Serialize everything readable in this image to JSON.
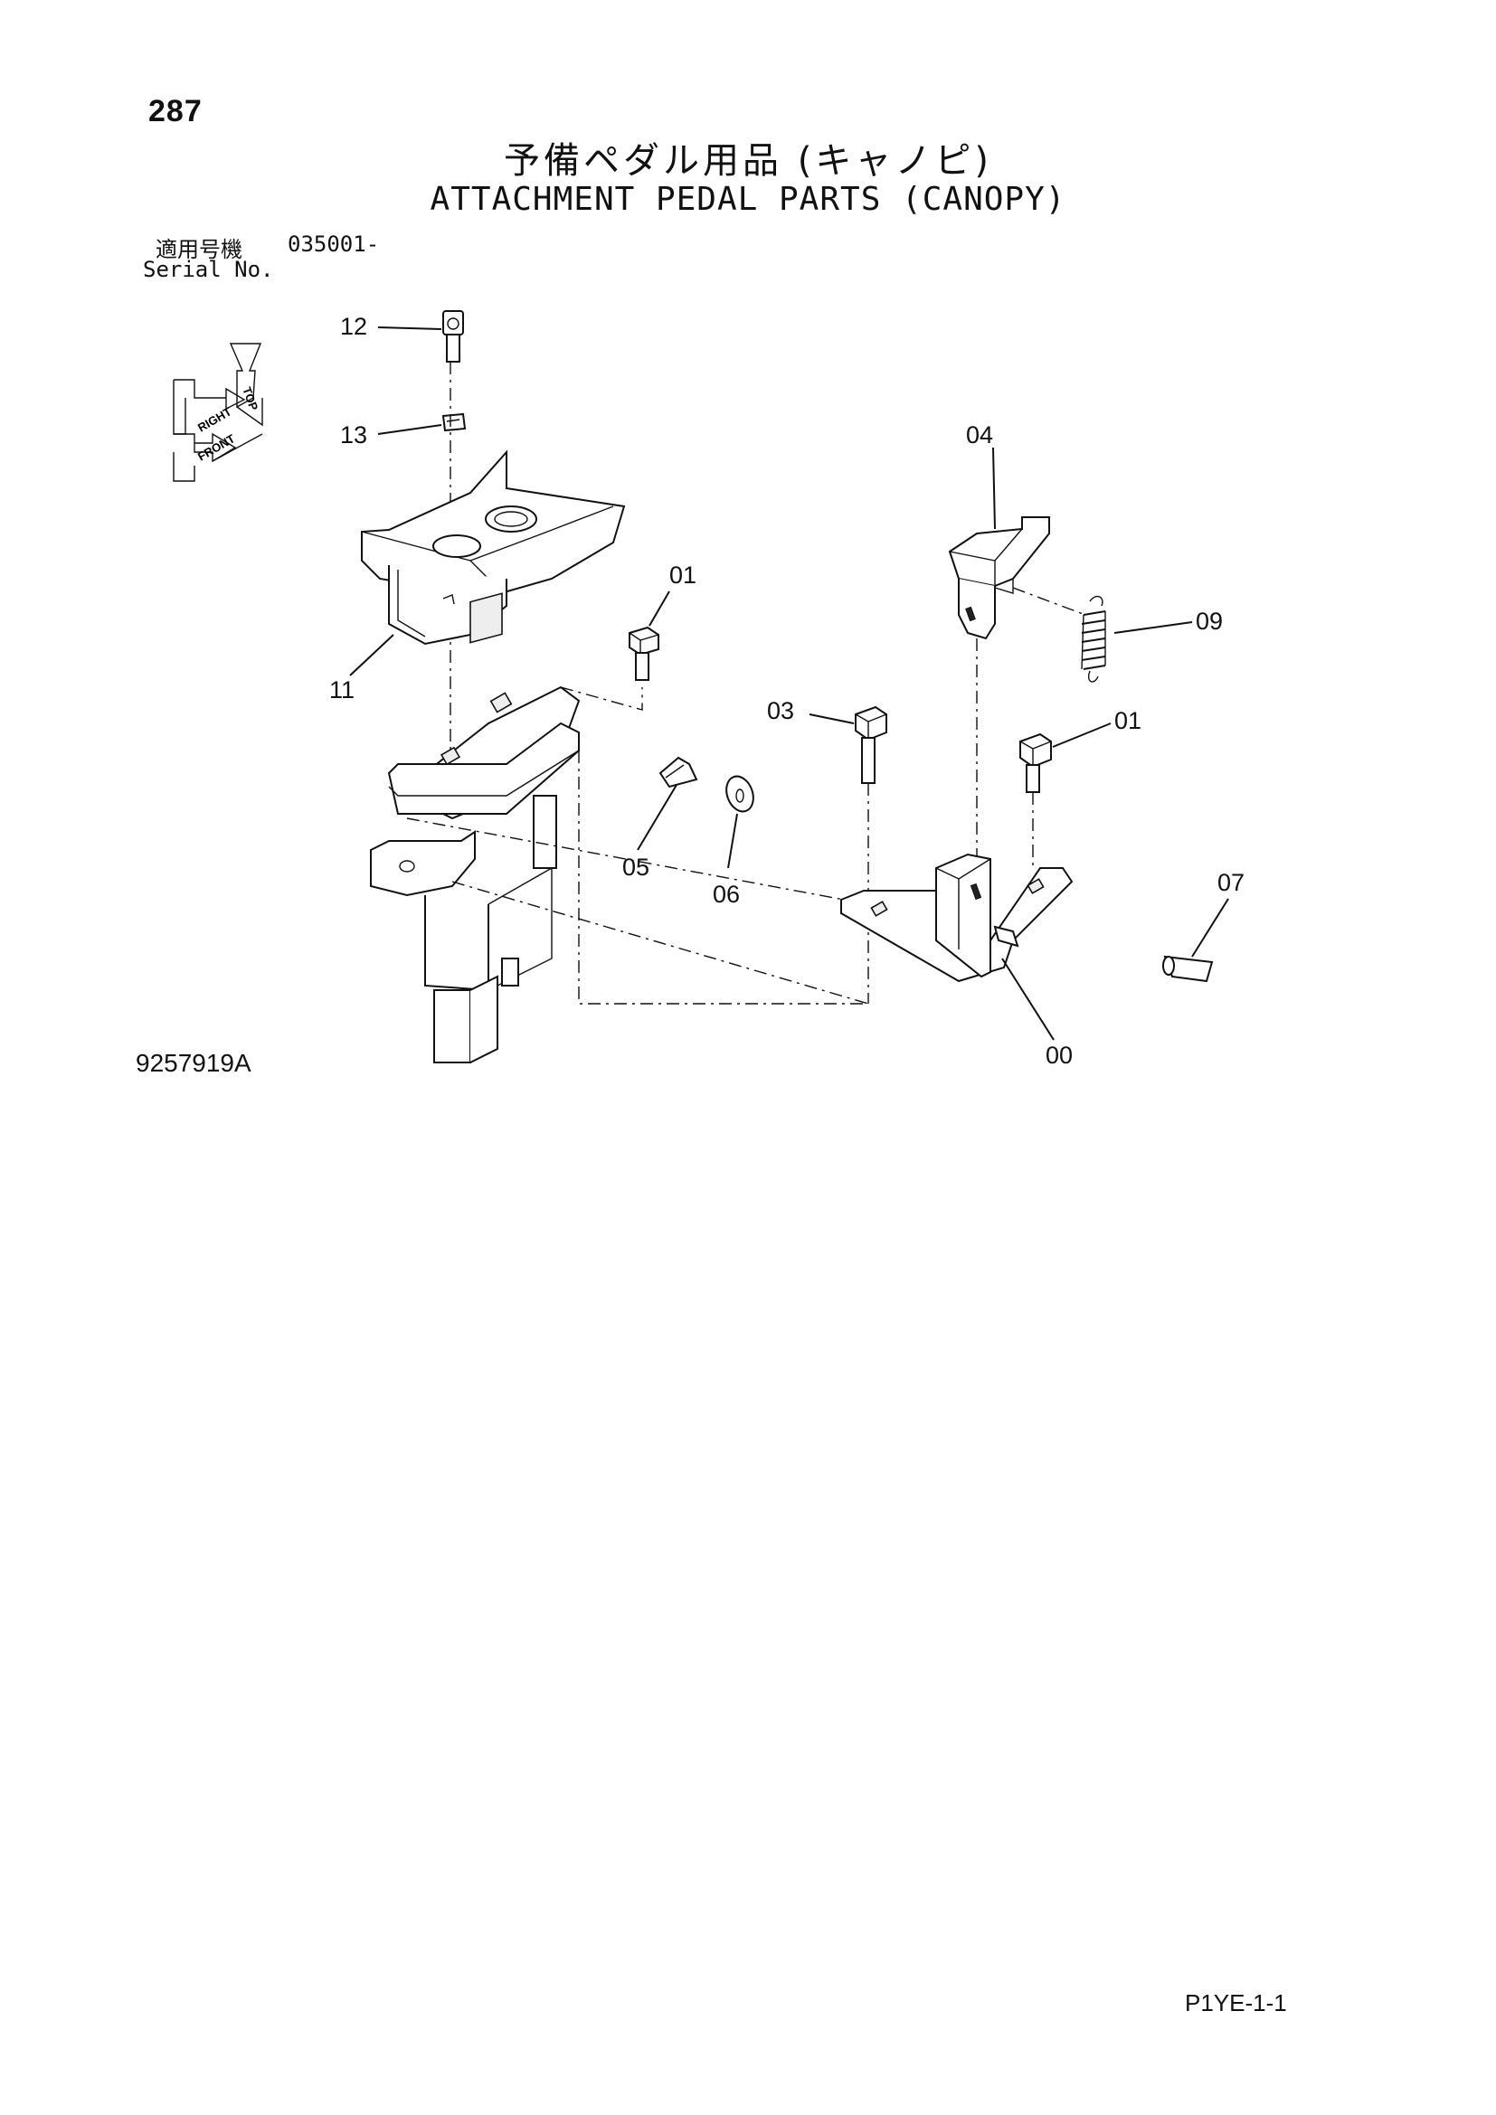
{
  "page_number": "287",
  "title_jp": "予備ペダル用品 (キャノピ)",
  "title_en": "ATTACHMENT PEDAL PARTS (CANOPY)",
  "serial_label_jp": "適用号機",
  "serial_label_en": "Serial No.",
  "serial_value": "035001-",
  "drawing_id": "9257919A",
  "page_code": "P1YE-1-1",
  "orientation_labels": [
    "TOP",
    "RIGHT",
    "FRONT"
  ],
  "callouts": {
    "c12": "12",
    "c13": "13",
    "c11": "11",
    "c01a": "01",
    "c04": "04",
    "c09": "09",
    "c03": "03",
    "c01b": "01",
    "c05": "05",
    "c06": "06",
    "c07": "07",
    "c00": "00"
  }
}
